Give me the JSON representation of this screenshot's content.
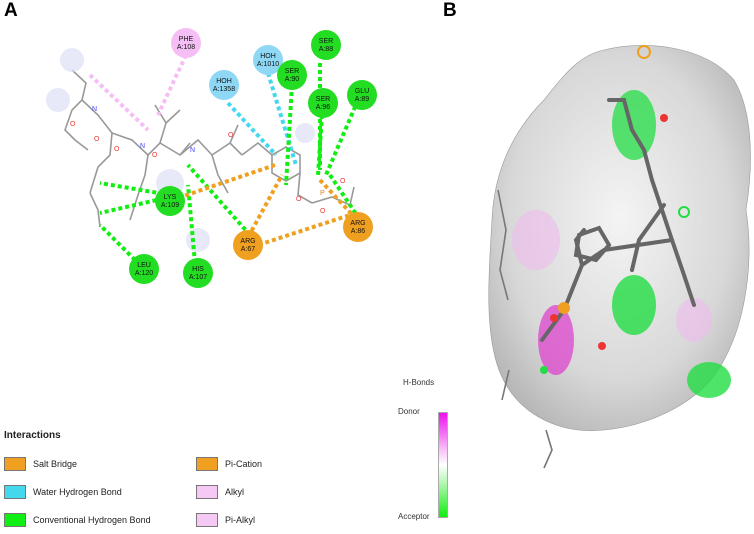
{
  "panels": {
    "a_label": "A",
    "b_label": "B"
  },
  "residues": [
    {
      "name": "PHE",
      "num": "A:108",
      "color": "#f5bff5"
    },
    {
      "name": "HOH",
      "num": "A:1010",
      "color": "#8fd8f5"
    },
    {
      "name": "SER",
      "num": "A:88",
      "color": "#22dd22"
    },
    {
      "name": "HOH",
      "num": "A:1358",
      "color": "#8fd8f5"
    },
    {
      "name": "SER",
      "num": "A:90",
      "color": "#22dd22"
    },
    {
      "name": "SER",
      "num": "A:96",
      "color": "#22dd22"
    },
    {
      "name": "GLU",
      "num": "A:89",
      "color": "#22dd22"
    },
    {
      "name": "LYS",
      "num": "A:109",
      "color": "#22dd22"
    },
    {
      "name": "ARG",
      "num": "A:67",
      "color": "#f0a020"
    },
    {
      "name": "ARG",
      "num": "A:86",
      "color": "#f0a020"
    },
    {
      "name": "LEU",
      "num": "A:120",
      "color": "#22dd22"
    },
    {
      "name": "HIS",
      "num": "A:107",
      "color": "#22dd22"
    }
  ],
  "legend": {
    "title": "Interactions",
    "items": [
      {
        "label": "Salt Bridge",
        "color": "#f0a020"
      },
      {
        "label": "Water Hydrogen Bond",
        "color": "#44d8ee"
      },
      {
        "label": "Conventional Hydrogen Bond",
        "color": "#11ee11"
      },
      {
        "label": "Pi-Cation",
        "color": "#f0a020"
      },
      {
        "label": "Alkyl",
        "color": "#f5c8f5"
      },
      {
        "label": "Pi-Alkyl",
        "color": "#f5c8f5"
      }
    ]
  },
  "hbonds_legend": {
    "title": "H-Bonds",
    "donor": "Donor",
    "acceptor": "Acceptor"
  }
}
